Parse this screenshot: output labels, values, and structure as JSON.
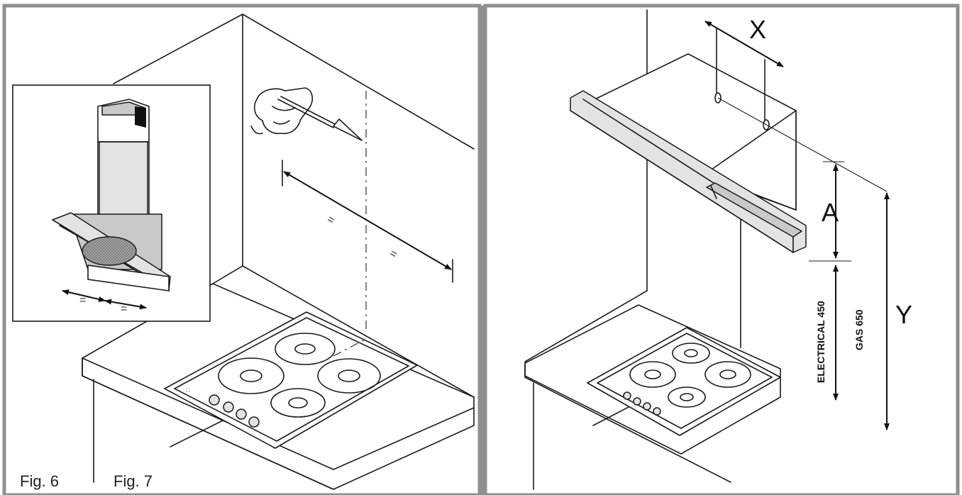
{
  "labels": {
    "fig6": "Fig. 6",
    "fig7": "Fig. 7",
    "dim_x": "X",
    "dim_a": "A",
    "dim_y": "Y",
    "electrical": "ELECTRICAL 450",
    "gas": "GAS 650",
    "equal_mark": "="
  },
  "colors": {
    "frame": "#8f8f8f",
    "ink": "#1a1a1a",
    "filter": "#9a9a9a"
  }
}
